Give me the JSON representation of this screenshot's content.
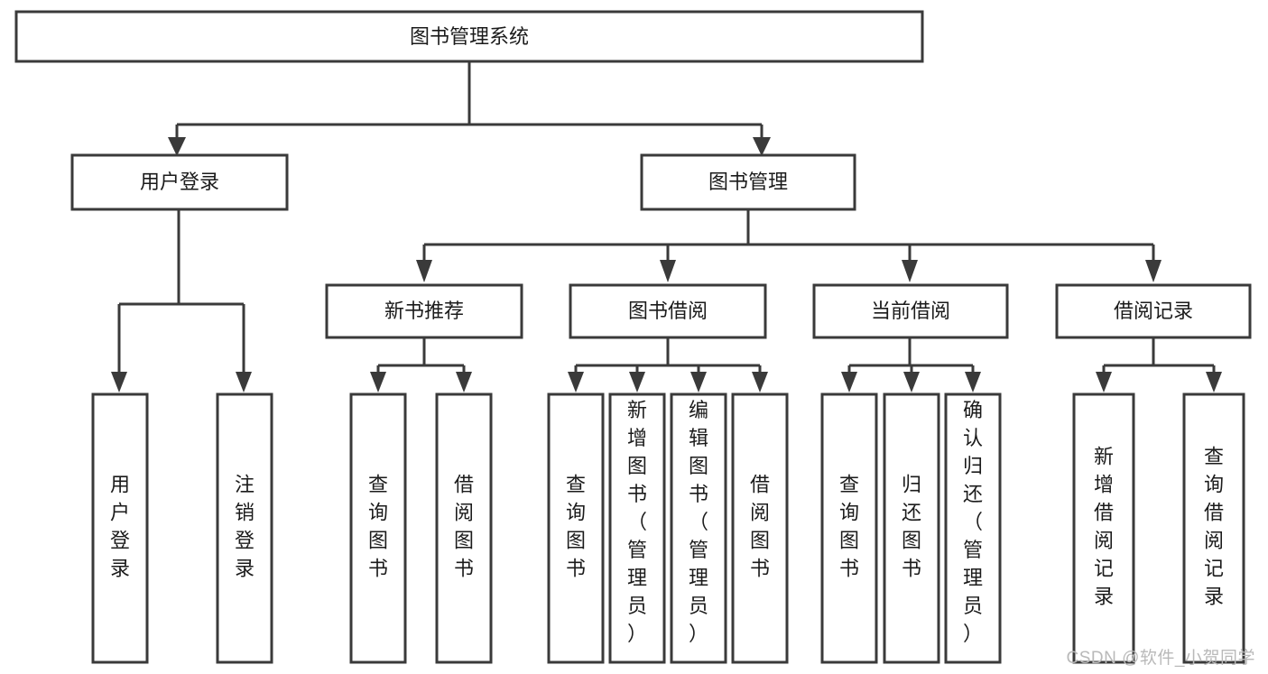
{
  "diagram": {
    "type": "tree",
    "title": "图书管理系统",
    "watermark": "CSDN @软件_小贺同学",
    "colors": {
      "stroke": "#3a3a3a",
      "box_fill": "#ffffff",
      "text": "#1b1b1b",
      "background": "#ffffff",
      "watermark": "#b9b9b9"
    },
    "levels": [
      {
        "level": 0,
        "nodes": [
          {
            "id": "root",
            "label": "图书管理系统",
            "orientation": "horizontal"
          }
        ]
      },
      {
        "level": 1,
        "nodes": [
          {
            "id": "user-login",
            "label": "用户登录",
            "orientation": "horizontal",
            "parent": "root"
          },
          {
            "id": "book-management",
            "label": "图书管理",
            "orientation": "horizontal",
            "parent": "root"
          }
        ]
      },
      {
        "level": 2,
        "nodes": [
          {
            "id": "new-book-recommend",
            "label": "新书推荐",
            "orientation": "horizontal",
            "parent": "book-management"
          },
          {
            "id": "book-borrow",
            "label": "图书借阅",
            "orientation": "horizontal",
            "parent": "book-management"
          },
          {
            "id": "current-borrow",
            "label": "当前借阅",
            "orientation": "horizontal",
            "parent": "book-management"
          },
          {
            "id": "borrow-records",
            "label": "借阅记录",
            "orientation": "horizontal",
            "parent": "book-management"
          }
        ]
      },
      {
        "level": 3,
        "nodes": [
          {
            "id": "leaf-user-login",
            "label": "用户登录",
            "orientation": "vertical",
            "parent": "user-login"
          },
          {
            "id": "leaf-logout",
            "label": "注销登录",
            "orientation": "vertical",
            "parent": "user-login"
          },
          {
            "id": "leaf-query-book-1",
            "label": "查询图书",
            "orientation": "vertical",
            "parent": "new-book-recommend"
          },
          {
            "id": "leaf-borrow-book-1",
            "label": "借阅图书",
            "orientation": "vertical",
            "parent": "new-book-recommend"
          },
          {
            "id": "leaf-query-book-2",
            "label": "查询图书",
            "orientation": "vertical",
            "parent": "book-borrow"
          },
          {
            "id": "leaf-add-book",
            "label": "新增图书（管理员）",
            "orientation": "vertical",
            "parent": "book-borrow"
          },
          {
            "id": "leaf-edit-book",
            "label": "编辑图书（管理员）",
            "orientation": "vertical",
            "parent": "book-borrow"
          },
          {
            "id": "leaf-borrow-book-2",
            "label": "借阅图书",
            "orientation": "vertical",
            "parent": "book-borrow"
          },
          {
            "id": "leaf-query-book-3",
            "label": "查询图书",
            "orientation": "vertical",
            "parent": "current-borrow"
          },
          {
            "id": "leaf-return-book",
            "label": "归还图书",
            "orientation": "vertical",
            "parent": "current-borrow"
          },
          {
            "id": "leaf-confirm-return",
            "label": "确认归还（管理员）",
            "orientation": "vertical",
            "parent": "current-borrow"
          },
          {
            "id": "leaf-add-record",
            "label": "新增借阅记录",
            "orientation": "vertical",
            "parent": "borrow-records"
          },
          {
            "id": "leaf-query-record",
            "label": "查询借阅记录",
            "orientation": "vertical",
            "parent": "borrow-records"
          }
        ]
      }
    ]
  }
}
